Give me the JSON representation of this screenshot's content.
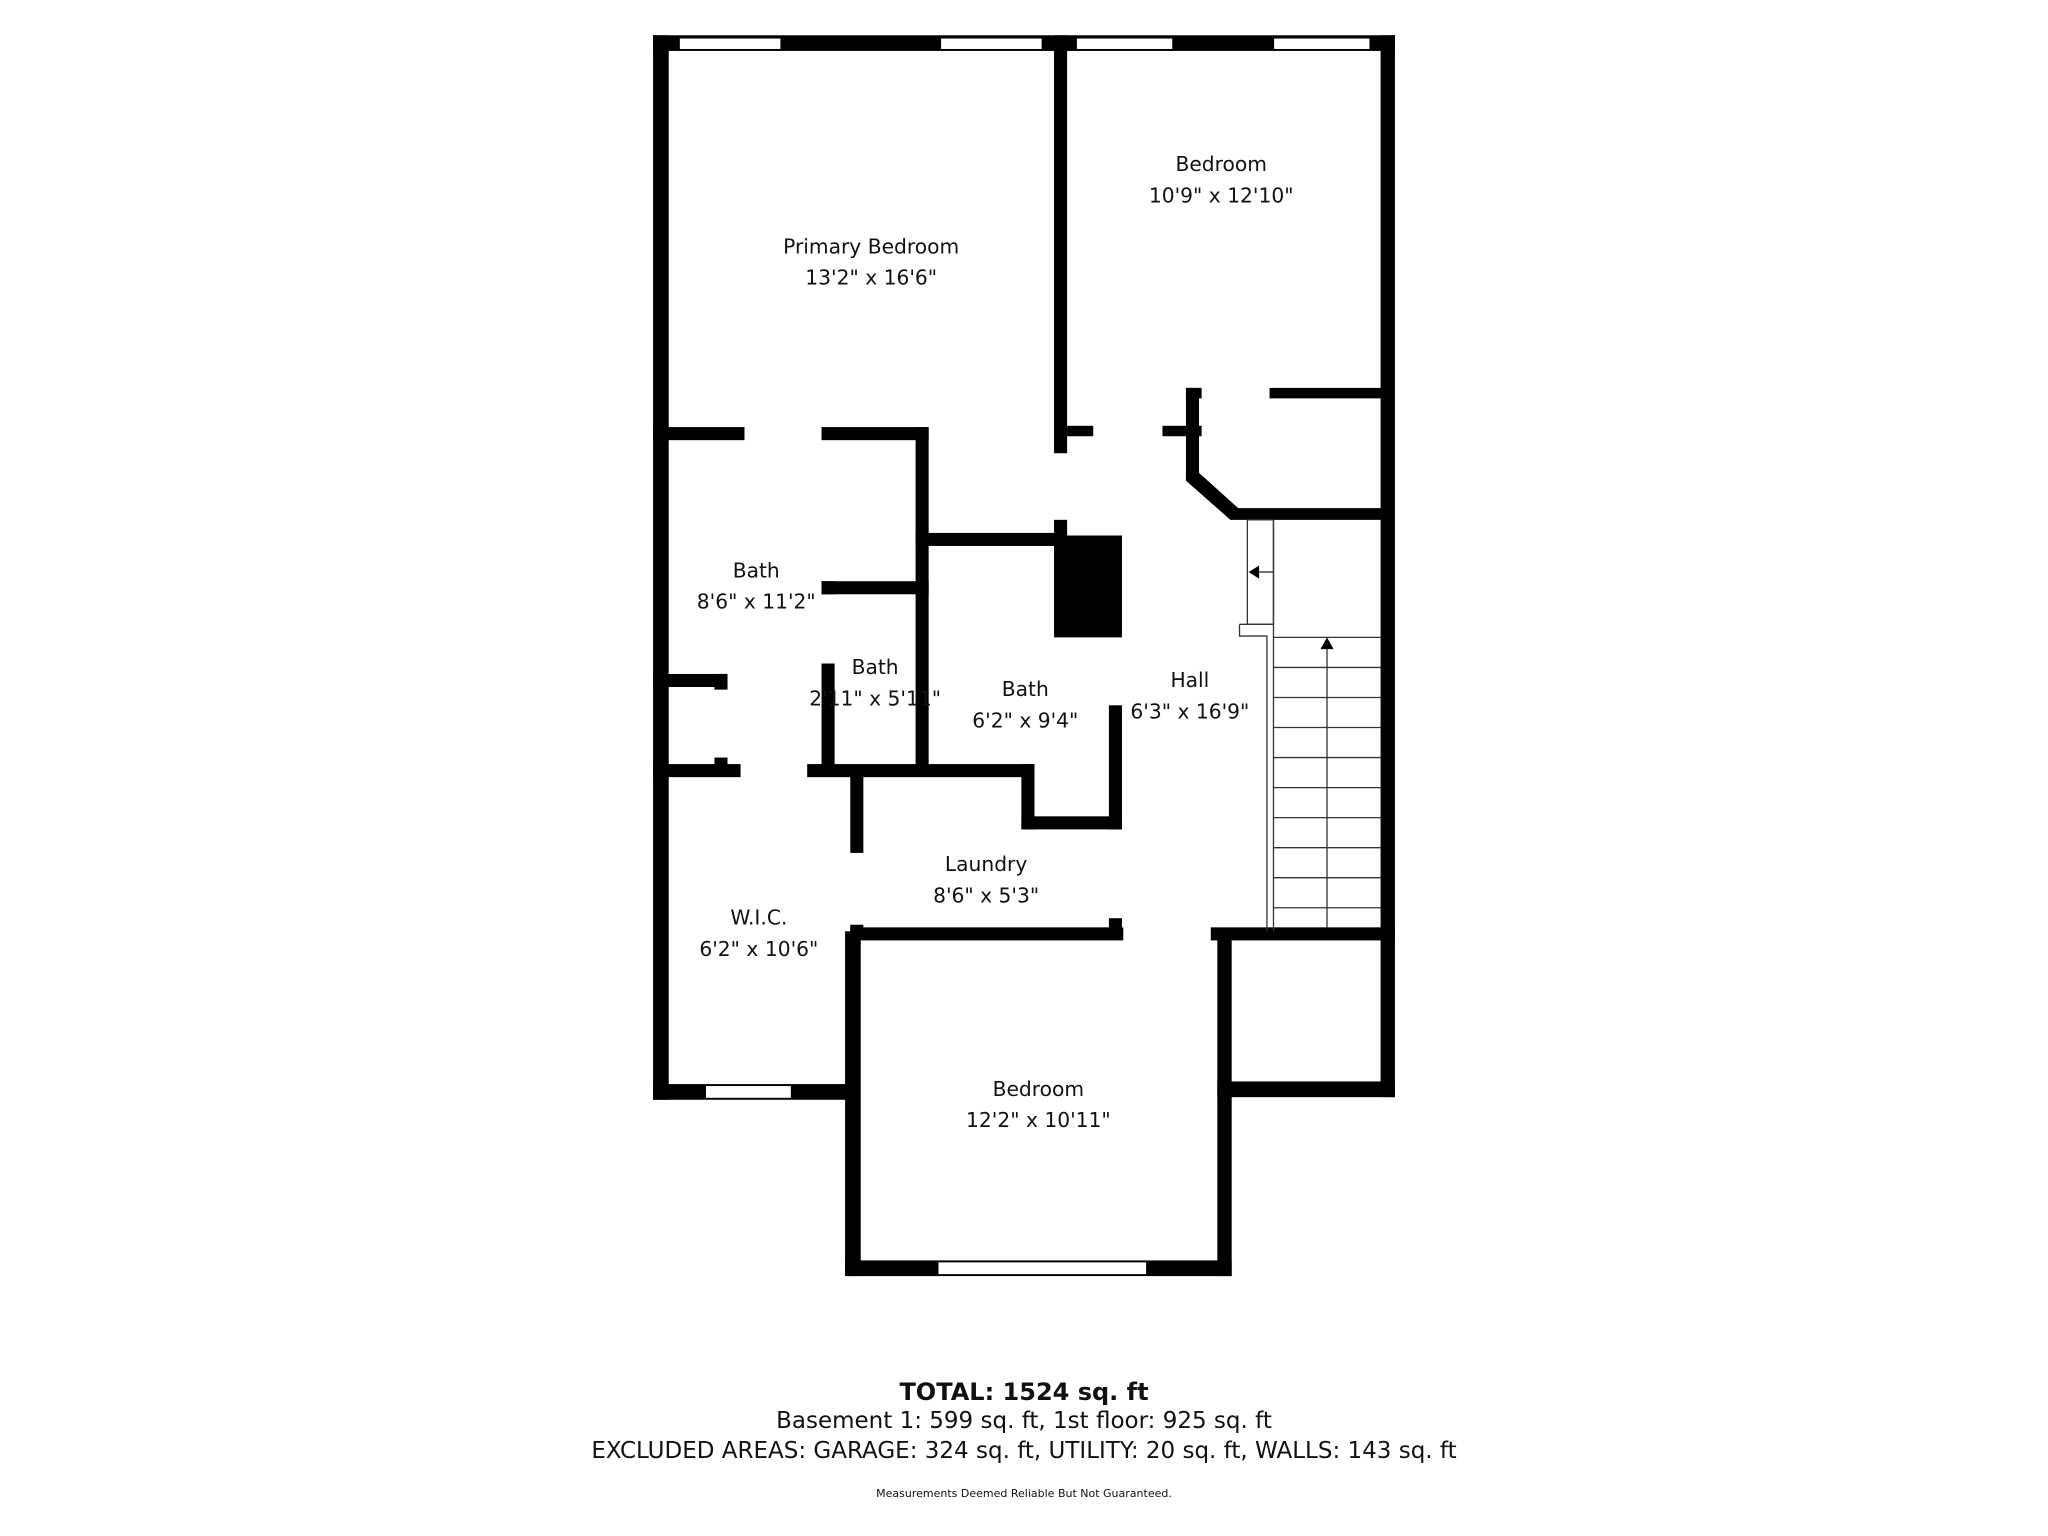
{
  "plan": {
    "rooms": [
      {
        "name": "Primary Bedroom",
        "dims": "13'2\" x 16'6\""
      },
      {
        "name": "Bedroom",
        "dims": "10'9\" x 12'10\""
      },
      {
        "name": "Bath",
        "dims": "8'6\" x 11'2\""
      },
      {
        "name": "Bath",
        "dims": "2'11\" x 5'11\""
      },
      {
        "name": "Bath",
        "dims": "6'2\" x 9'4\""
      },
      {
        "name": "Hall",
        "dims": "6'3\" x 16'9\""
      },
      {
        "name": "Laundry",
        "dims": "8'6\" x 5'3\""
      },
      {
        "name": "W.I.C.",
        "dims": "6'2\" x 10'6\""
      },
      {
        "name": "Bedroom",
        "dims": "12'2\" x 10'11\""
      }
    ],
    "colors": {
      "wall": "#000000",
      "background": "#ffffff",
      "stairs": "#333333"
    }
  },
  "footer": {
    "total": "TOTAL: 1524 sq. ft",
    "floors": "Basement 1: 599 sq. ft, 1st floor: 925 sq. ft",
    "excluded": "EXCLUDED AREAS: GARAGE: 324 sq. ft, UTILITY: 20 sq. ft, WALLS: 143 sq. ft",
    "disclaimer": "Measurements Deemed Reliable But Not Guaranteed."
  }
}
